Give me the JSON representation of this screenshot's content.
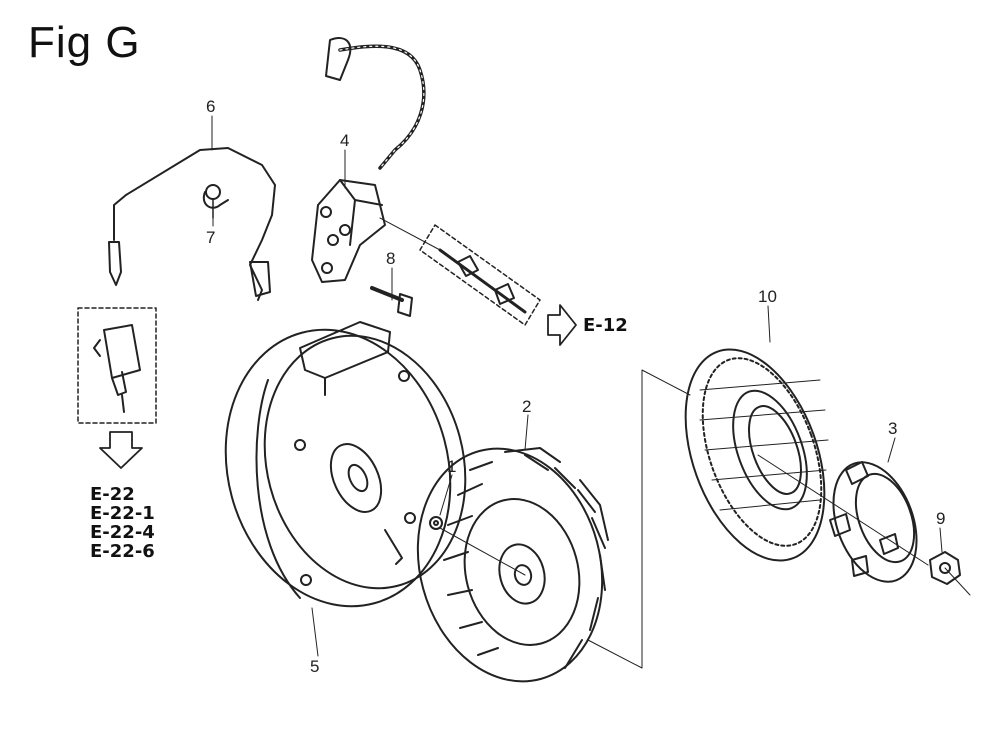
{
  "title": "Fig G",
  "callouts": [
    "1",
    "2",
    "3",
    "4",
    "5",
    "6",
    "7",
    "8",
    "9",
    "10"
  ],
  "refs": {
    "e12": "E-12",
    "list": [
      "E-22",
      "E-22-1",
      "E-22-4",
      "E-22-6"
    ]
  },
  "icons": {
    "arrow_right": "hollow-arrow-right-icon",
    "arrow_down": "hollow-arrow-down-icon"
  }
}
